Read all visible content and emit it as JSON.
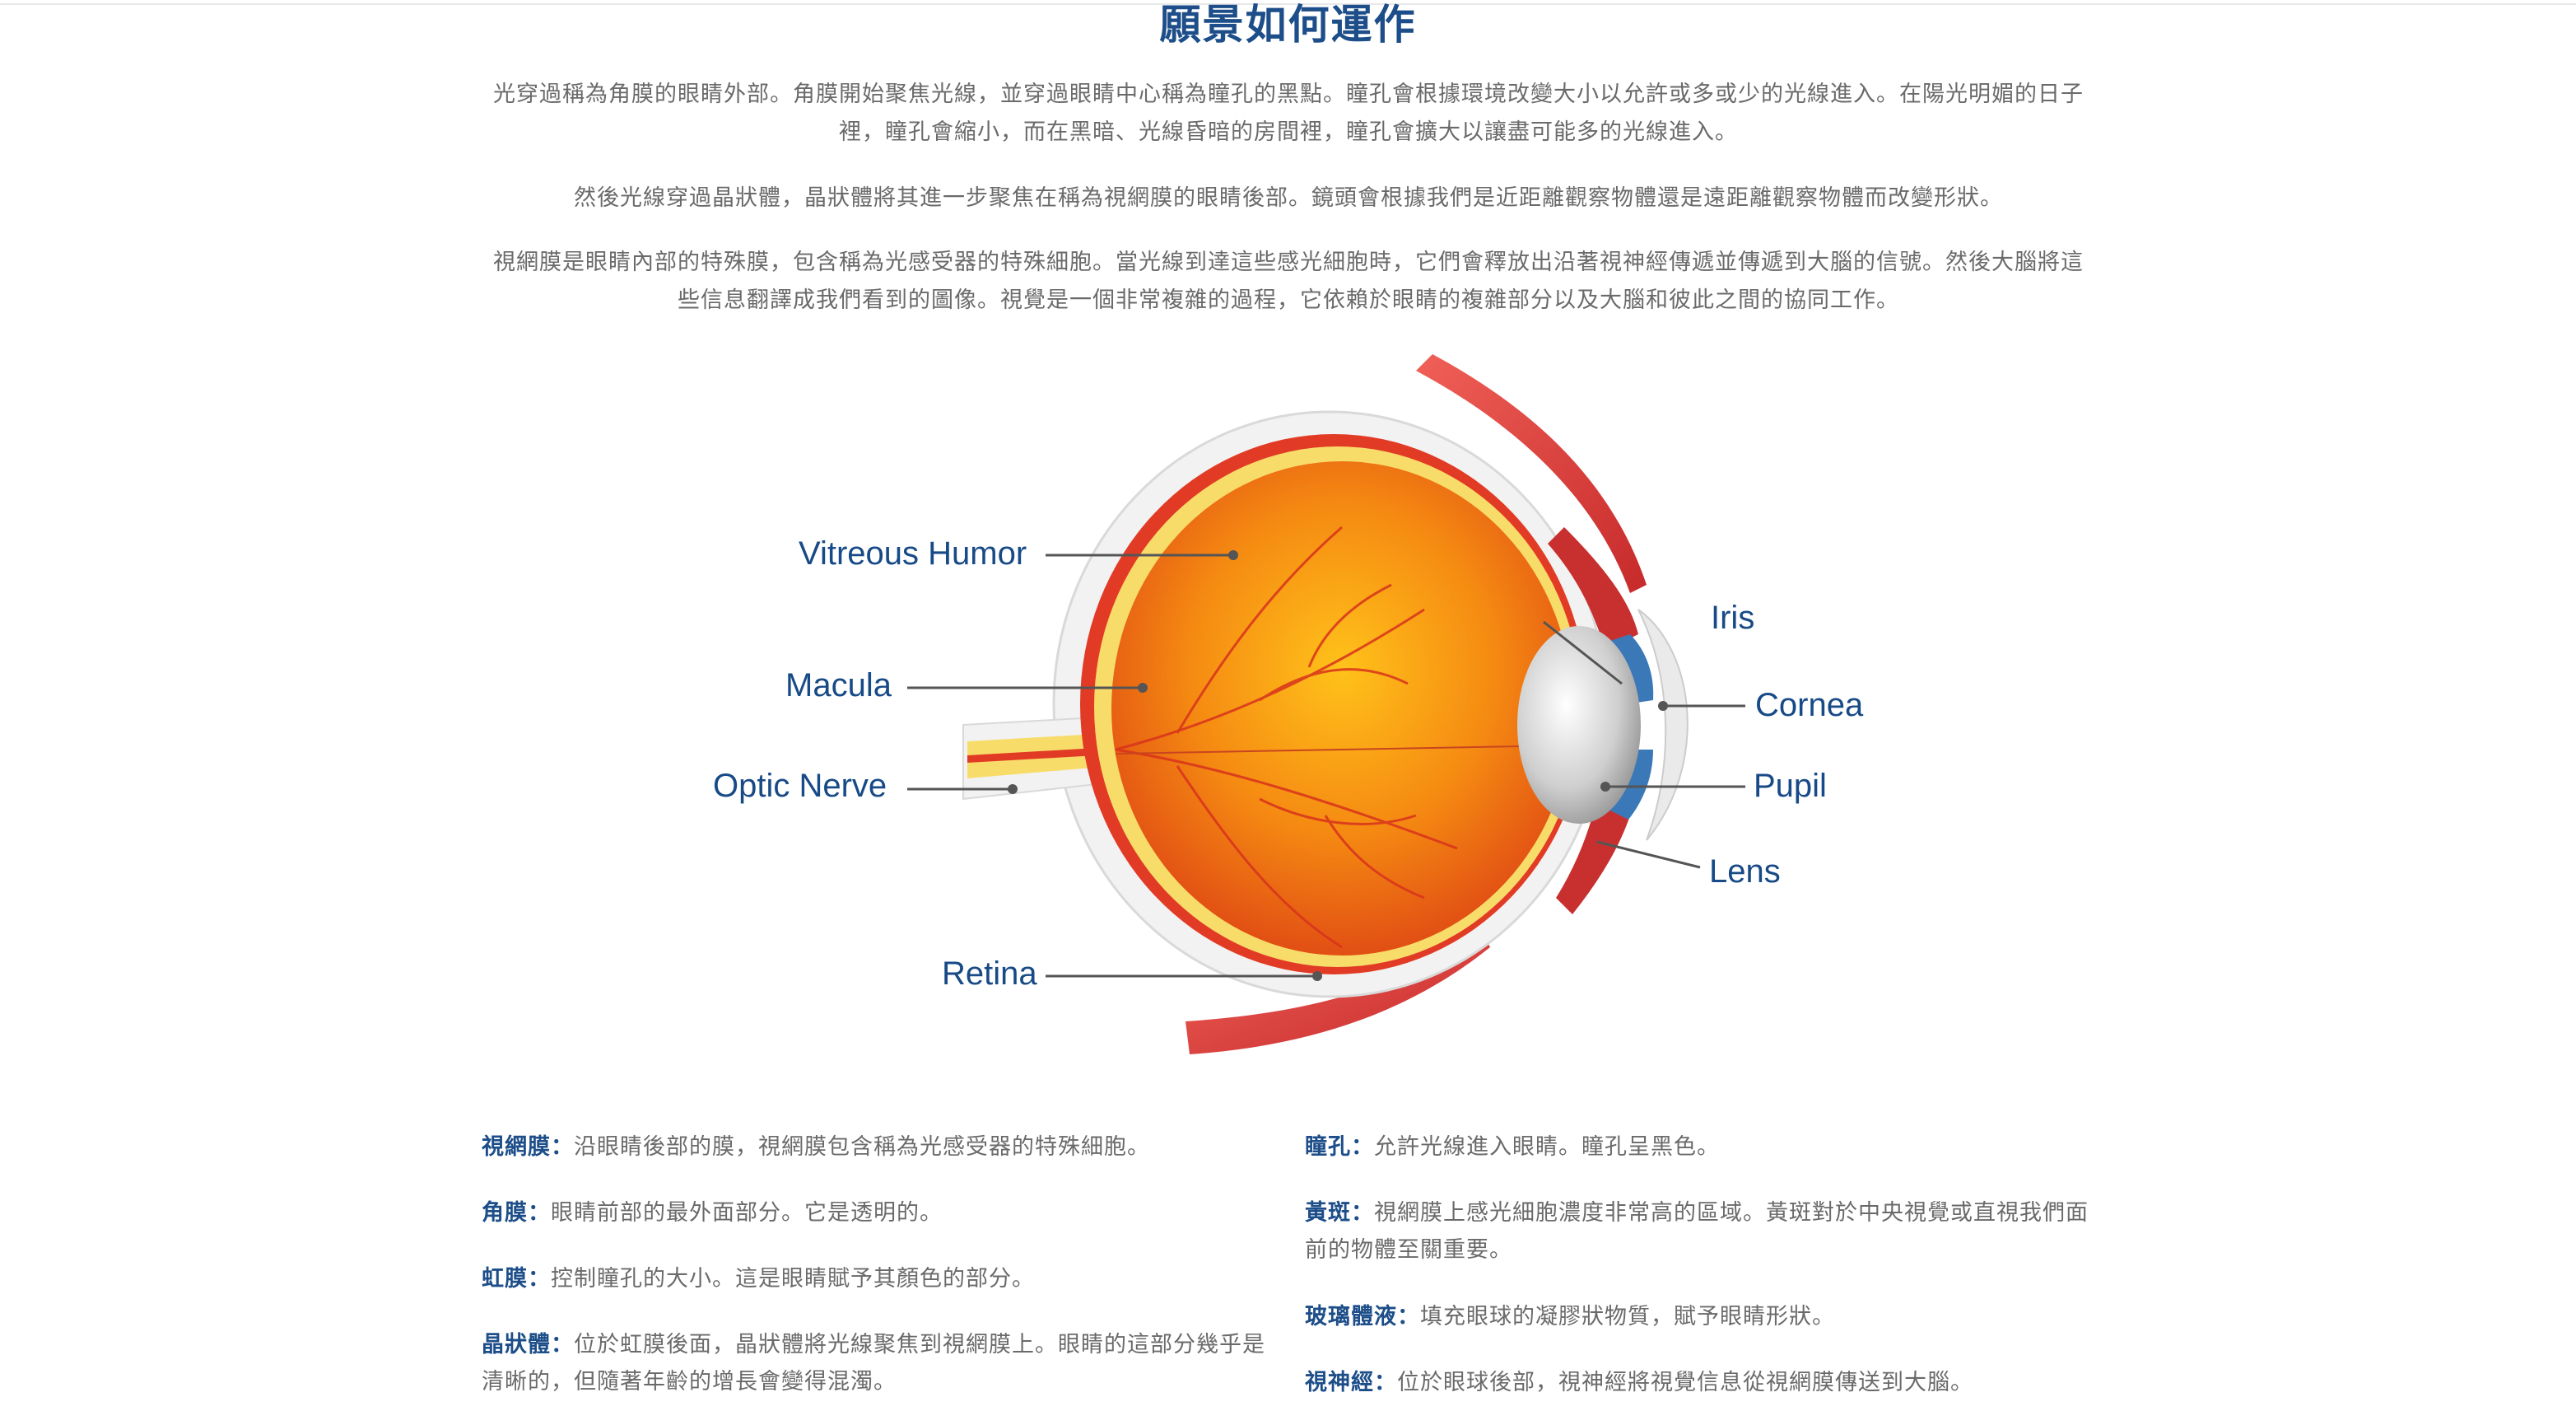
{
  "title": "願景如何運作",
  "paragraphs": {
    "p1_line1": "光穿過稱為角膜的眼睛外部。角膜開始聚焦光線，並穿過眼睛中心稱為瞳孔的黑點。瞳孔會根據環境改變大小以允許或多或少的光線進入。在陽光明媚的日子",
    "p1_line2": "裡，瞳孔會縮小，而在黑暗、光線昏暗的房間裡，瞳孔會擴大以讓盡可能多的光線進入。",
    "p2": "然後光線穿過晶狀體，晶狀體將其進一步聚焦在稱為視網膜的眼睛後部。鏡頭會根據我們是近距離觀察物體還是遠距離觀察物體而改變形狀。",
    "p3_line1": "視網膜是眼睛內部的特殊膜，包含稱為光感受器的特殊細胞。當光線到達這些感光細胞時，它們會釋放出沿著視神經傳遞並傳遞到大腦的信號。然後大腦將這",
    "p3_line2": "些信息翻譯成我們看到的圖像。視覺是一個非常複雜的過程，它依賴於眼睛的複雜部分以及大腦和彼此之間的協同工作。"
  },
  "diagram_labels": {
    "vitreous": "Vitreous Humor",
    "macula": "Macula",
    "optic_nerve": "Optic Nerve",
    "retina": "Retina",
    "iris": "Iris",
    "cornea": "Cornea",
    "pupil": "Pupil",
    "lens": "Lens"
  },
  "glossary": {
    "left": [
      {
        "term": "視網膜：",
        "desc": "沿眼睛後部的膜，視網膜包含稱為光感受器的特殊細胞。"
      },
      {
        "term": "角膜：",
        "desc": "眼睛前部的最外面部分。它是透明的。"
      },
      {
        "term": "虹膜：",
        "desc": "控制瞳孔的大小。這是眼睛賦予其顏色的部分。"
      },
      {
        "term": "晶狀體：",
        "desc": "位於虹膜後面，晶狀體將光線聚焦到視網膜上。眼睛的這部分幾乎是",
        "desc2": "清晰的，但隨著年齡的增長會變得混濁。"
      }
    ],
    "right": [
      {
        "term": "瞳孔：",
        "desc": "允許光線進入眼睛。瞳孔呈黑色。"
      },
      {
        "term": "黃斑：",
        "desc": "視網膜上感光細胞濃度非常高的區域。黃斑對於中央視覺或直視我們面",
        "desc2": "前的物體至關重要。"
      },
      {
        "term": "玻璃體液：",
        "desc": "填充眼球的凝膠狀物質，賦予眼睛形狀。"
      },
      {
        "term": "視神經：",
        "desc": "位於眼球後部，視神經將視覺信息從視網膜傳送到大腦。"
      }
    ]
  },
  "colors": {
    "heading_blue": "#1d4e89",
    "body_gray": "#6a6a6a",
    "label_blue": "#174a86",
    "eye_orange": "#f27a14",
    "eye_red": "#e23b25",
    "sclera_white": "#f2f2f2",
    "iris_blue": "#3a78b8"
  }
}
